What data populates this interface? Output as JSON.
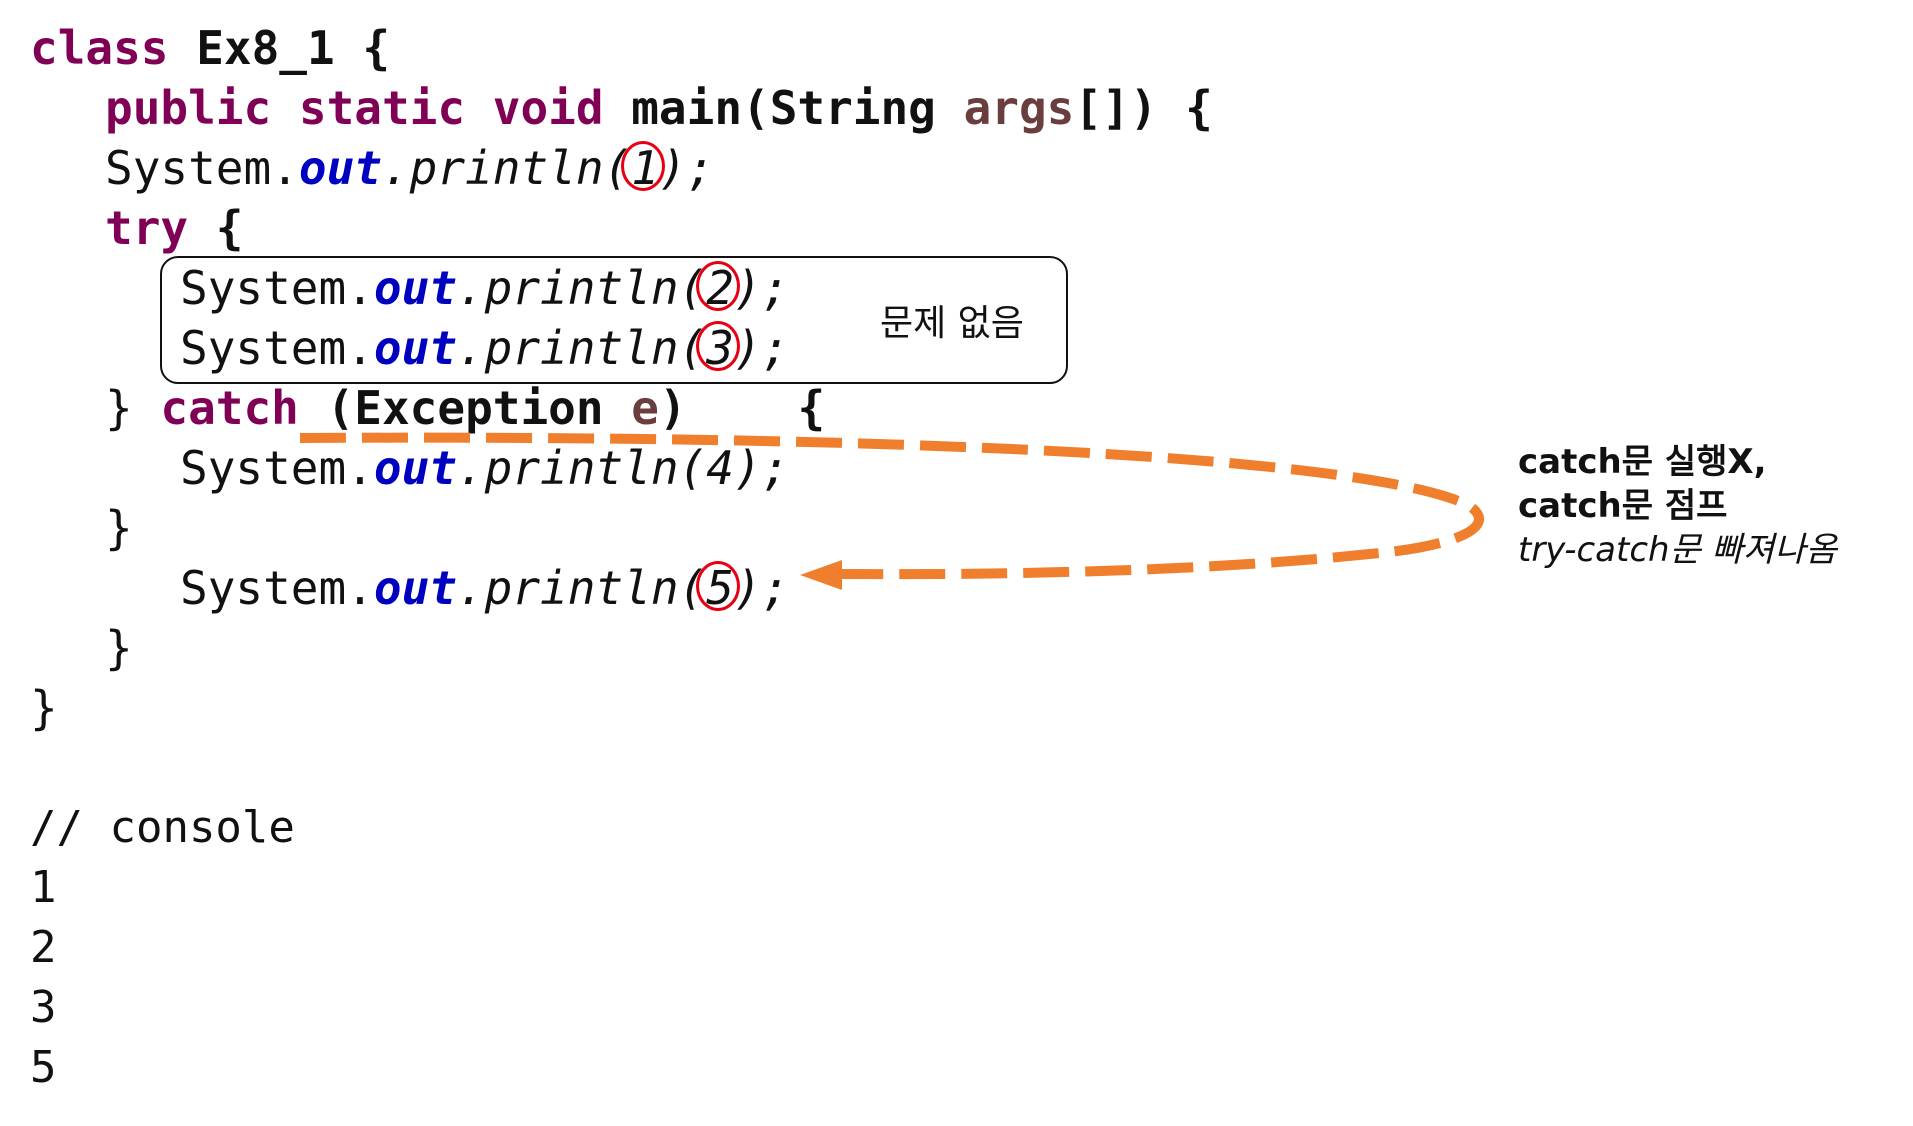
{
  "code": {
    "l1": {
      "kw": "class",
      "name": "Ex8_1 {"
    },
    "l2": {
      "kw1": "public",
      "kw2": "static",
      "kw3": "void",
      "method": "main(String",
      "arg": "args",
      "rest": "[]) {"
    },
    "l3": {
      "sys": "System.",
      "field": "out",
      "call": ".println(",
      "num": "1",
      "end": ");"
    },
    "l4": {
      "kw": "try",
      "brace": "{"
    },
    "l5": {
      "sys": "System.",
      "field": "out",
      "call": ".println(",
      "num": "2",
      "end": ");"
    },
    "l6": {
      "sys": "System.",
      "field": "out",
      "call": ".println(",
      "num": "3",
      "end": ");"
    },
    "l7": {
      "brace": "}",
      "kw": "catch",
      "paren": "(Exception",
      "var": "e",
      "close": ")",
      "open": "{"
    },
    "l8": {
      "sys": "System.",
      "field": "out",
      "call": ".println(4);"
    },
    "l9": {
      "brace": "}"
    },
    "l10": {
      "sys": "System.",
      "field": "out",
      "call": ".println(",
      "num": "5",
      "end": ");"
    },
    "l11": {
      "brace": "}"
    },
    "l12": {
      "brace": "}"
    }
  },
  "box_label": "문제 없음",
  "note": {
    "line1": "catch문 실행X,",
    "line2": "catch문 점프",
    "line3": "try-catch문 빠져나옴"
  },
  "console": {
    "comment": "// console",
    "outputs": [
      "1",
      "2",
      "3",
      "5"
    ]
  },
  "colors": {
    "keyword": "#7f0055",
    "field": "#0000c0",
    "variable": "#6a3e3e",
    "highlight_ring": "#e60012",
    "arrow": "#f07f2d"
  }
}
